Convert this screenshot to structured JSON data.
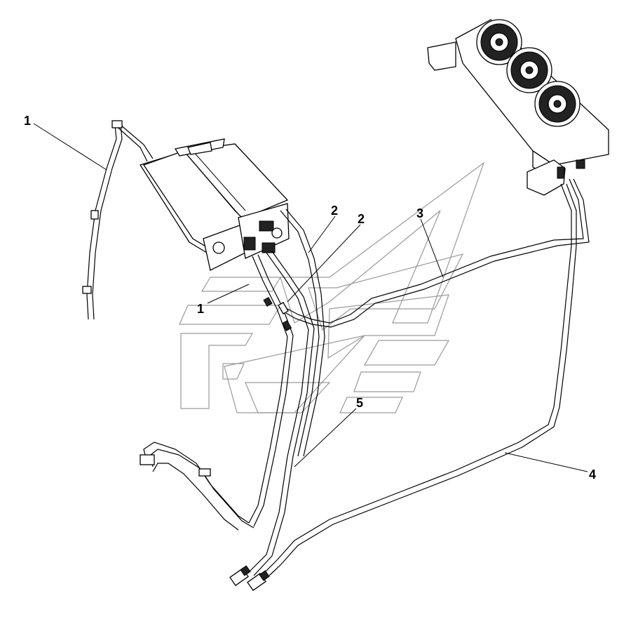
{
  "callouts": [
    {
      "id": "c1a",
      "label": "1"
    },
    {
      "id": "c1b",
      "label": "1"
    },
    {
      "id": "c2a",
      "label": "2"
    },
    {
      "id": "c2b",
      "label": "2"
    },
    {
      "id": "c3",
      "label": "3"
    },
    {
      "id": "c4",
      "label": "4"
    },
    {
      "id": "c5",
      "label": "5"
    }
  ]
}
